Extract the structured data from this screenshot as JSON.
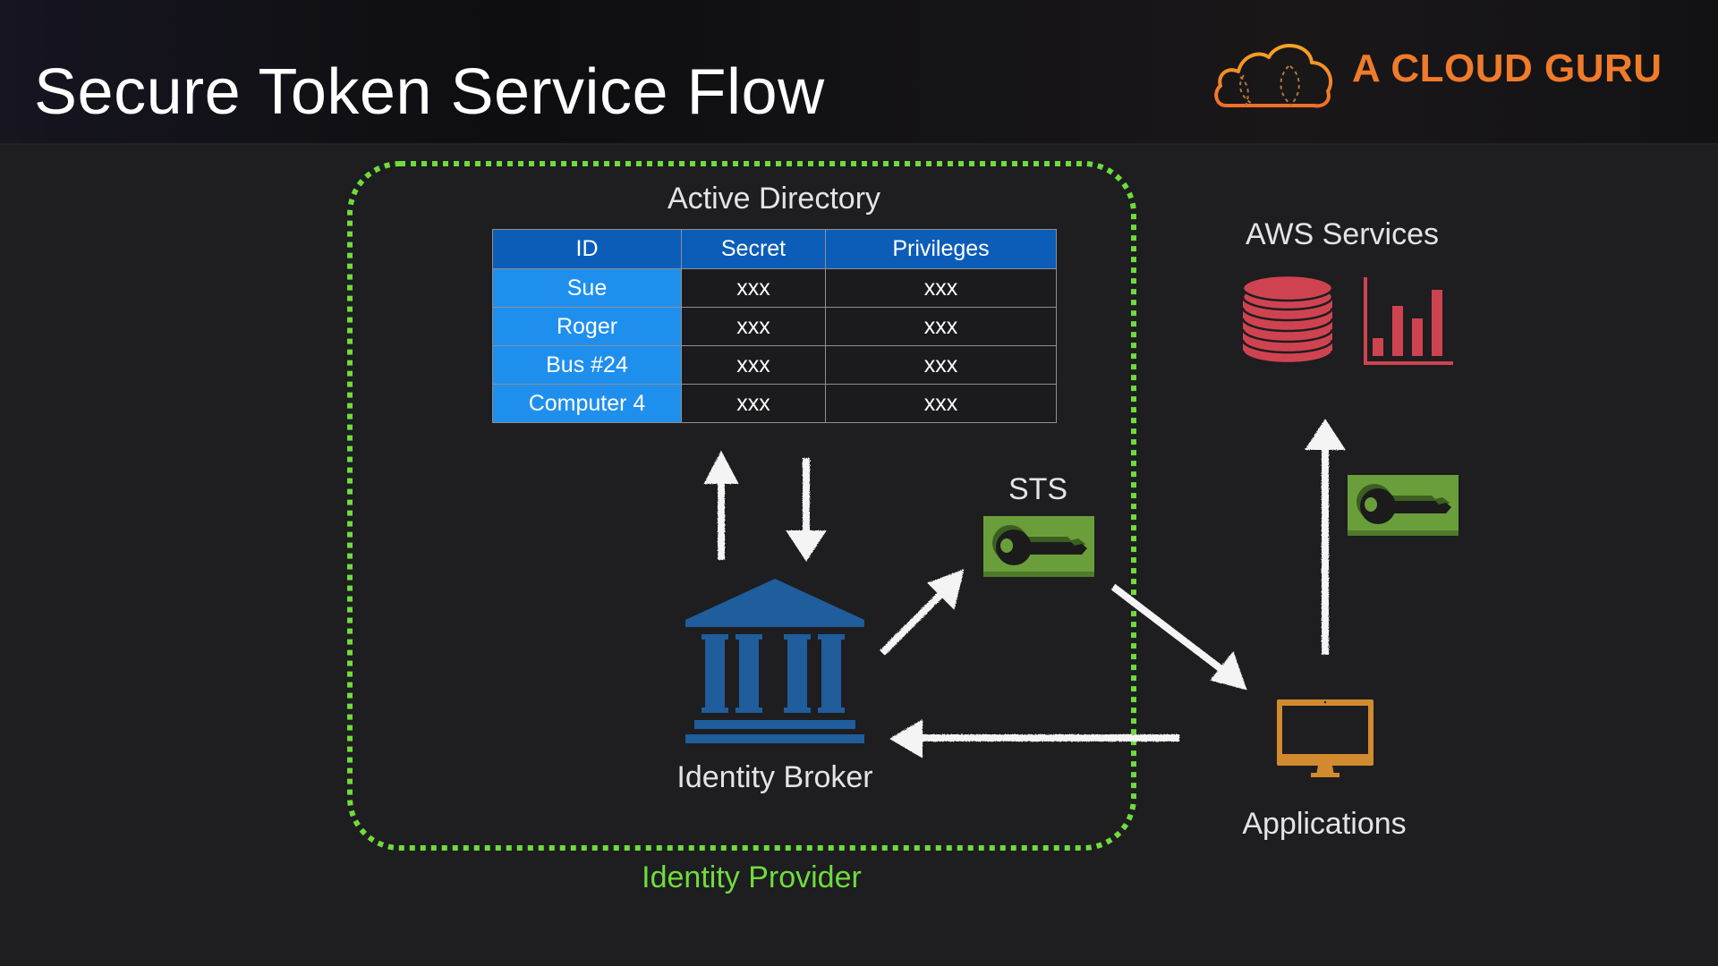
{
  "header": {
    "title": "Secure Token Service Flow",
    "brand": "A CLOUD GURU",
    "brand_color": "#f07b2b"
  },
  "identity_provider": {
    "label": "Identity Provider",
    "border_color": "#6fdc3c",
    "active_directory": {
      "title": "Active Directory",
      "columns": [
        "ID",
        "Secret",
        "Privileges"
      ],
      "rows": [
        {
          "id": "Sue",
          "secret": "xxx",
          "privileges": "xxx"
        },
        {
          "id": "Roger",
          "secret": "xxx",
          "privileges": "xxx"
        },
        {
          "id": "Bus #24",
          "secret": "xxx",
          "privileges": "xxx"
        },
        {
          "id": "Computer 4",
          "secret": "xxx",
          "privileges": "xxx"
        }
      ],
      "header_color": "#0c5db8",
      "id_column_color": "#1f8fee"
    },
    "identity_broker": {
      "label": "Identity Broker",
      "icon": "bank-building-icon",
      "color": "#1f5d9c"
    }
  },
  "sts": {
    "label": "STS",
    "icon": "key-icon",
    "color": "#6a9e3a"
  },
  "aws_services": {
    "label": "AWS Services",
    "icons": [
      "database-icon",
      "bar-chart-icon"
    ],
    "color": "#cf4351"
  },
  "applications": {
    "label": "Applications",
    "icon": "monitor-icon",
    "color": "#d18a2e"
  },
  "token": {
    "icon": "key-icon",
    "color": "#6a9e3a"
  },
  "flow_arrows": [
    {
      "from": "identity-broker",
      "to": "active-directory"
    },
    {
      "from": "active-directory",
      "to": "identity-broker"
    },
    {
      "from": "identity-broker",
      "to": "sts"
    },
    {
      "from": "sts",
      "to": "applications"
    },
    {
      "from": "applications",
      "to": "aws-services"
    },
    {
      "from": "applications",
      "to": "identity-broker"
    }
  ]
}
